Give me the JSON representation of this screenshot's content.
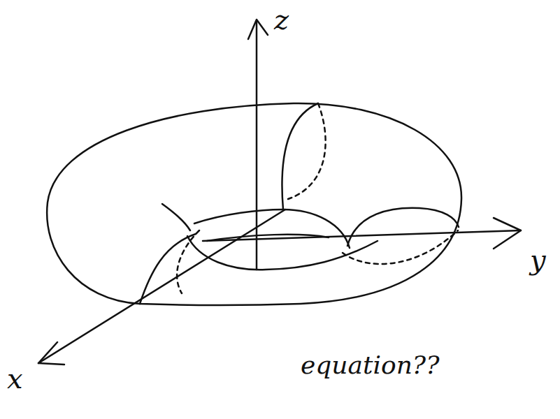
{
  "diagram": {
    "labels": [
      "z",
      "y",
      "x",
      "equation??"
    ]
  }
}
